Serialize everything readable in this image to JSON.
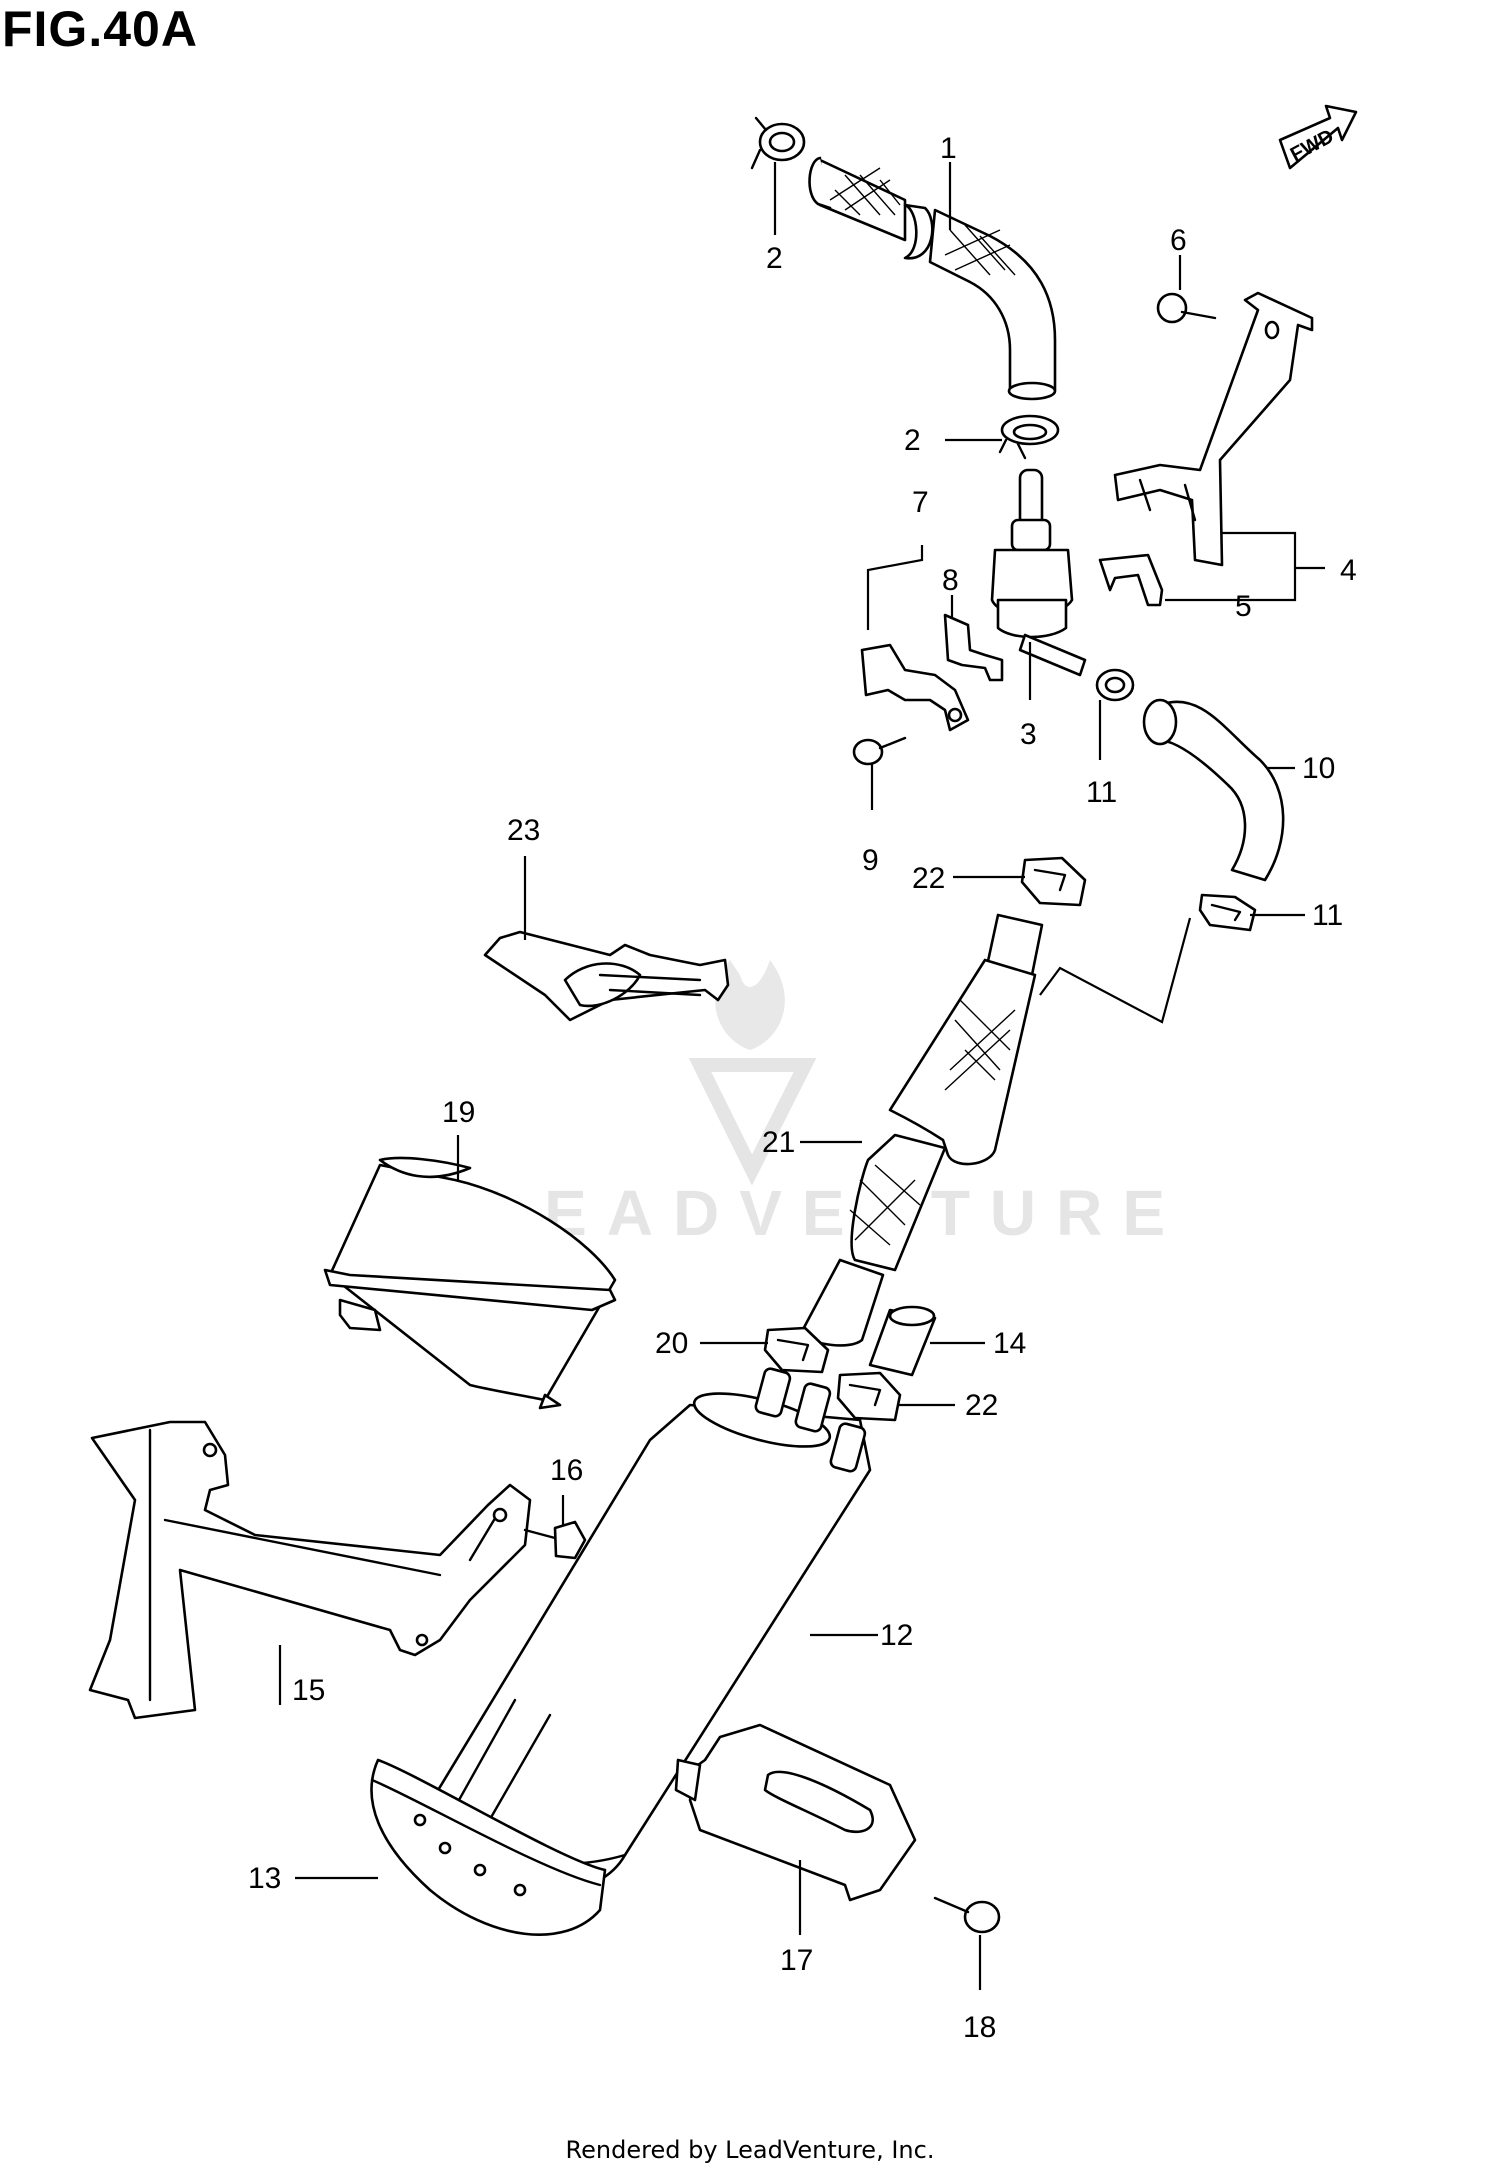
{
  "figure": {
    "title": "FIG.40A",
    "footer": "Rendered by LeadVenture, Inc.",
    "watermark": "LEADVENTURE",
    "direction_label": "FWD"
  },
  "callouts": [
    {
      "id": "c1",
      "label": "1"
    },
    {
      "id": "c2a",
      "label": "2"
    },
    {
      "id": "c2b",
      "label": "2"
    },
    {
      "id": "c3",
      "label": "3"
    },
    {
      "id": "c4",
      "label": "4"
    },
    {
      "id": "c5",
      "label": "5"
    },
    {
      "id": "c6",
      "label": "6"
    },
    {
      "id": "c7",
      "label": "7"
    },
    {
      "id": "c8",
      "label": "8"
    },
    {
      "id": "c9",
      "label": "9"
    },
    {
      "id": "c10",
      "label": "10"
    },
    {
      "id": "c11a",
      "label": "11"
    },
    {
      "id": "c11b",
      "label": "11"
    },
    {
      "id": "c12",
      "label": "12"
    },
    {
      "id": "c13",
      "label": "13"
    },
    {
      "id": "c14",
      "label": "14"
    },
    {
      "id": "c15",
      "label": "15"
    },
    {
      "id": "c16",
      "label": "16"
    },
    {
      "id": "c17",
      "label": "17"
    },
    {
      "id": "c18",
      "label": "18"
    },
    {
      "id": "c19",
      "label": "19"
    },
    {
      "id": "c20",
      "label": "20"
    },
    {
      "id": "c21",
      "label": "21"
    },
    {
      "id": "c22a",
      "label": "22"
    },
    {
      "id": "c22b",
      "label": "22"
    },
    {
      "id": "c23",
      "label": "23"
    }
  ]
}
